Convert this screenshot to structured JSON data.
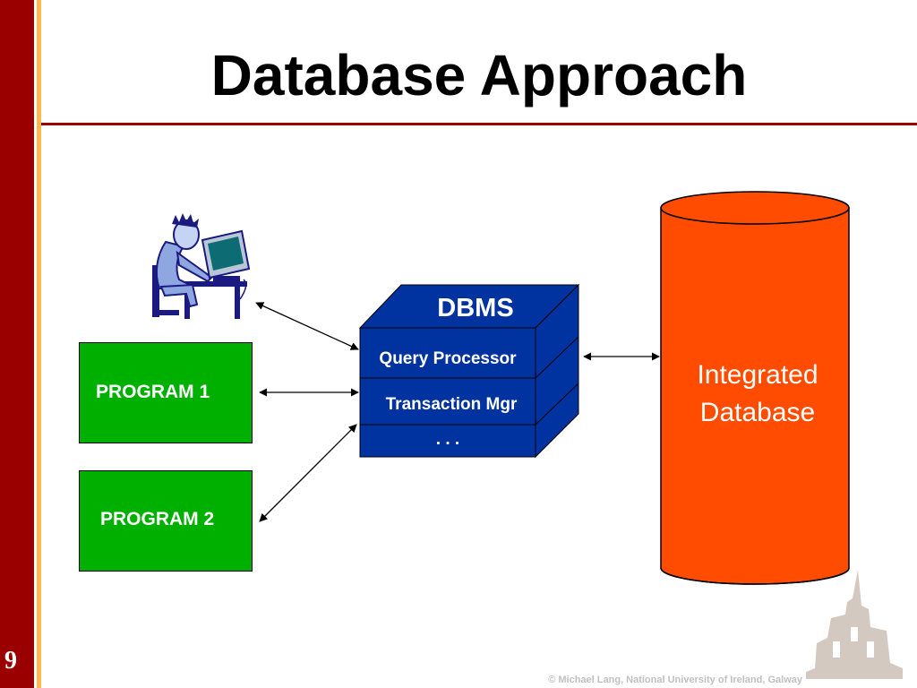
{
  "slide": {
    "number": "9",
    "title": "Database Approach",
    "copyright": "© Michael Lang, National University of Ireland, Galway"
  },
  "diagram": {
    "program1": "PROGRAM 1",
    "program2": "PROGRAM 2",
    "dbms": {
      "title": "DBMS",
      "layers": [
        "Query Processor",
        "Transaction Mgr",
        ". . ."
      ]
    },
    "database_label_line1": "Integrated",
    "database_label_line2": "Database"
  },
  "colors": {
    "sidebar": "#9b0000",
    "stripe": "#ffb84d",
    "program_fill": "#00b000",
    "dbms_fill": "#0033a0",
    "database_fill": "#ff4c00"
  },
  "icons": {
    "user": "user-at-computer-icon",
    "crest": "university-crest-icon"
  }
}
